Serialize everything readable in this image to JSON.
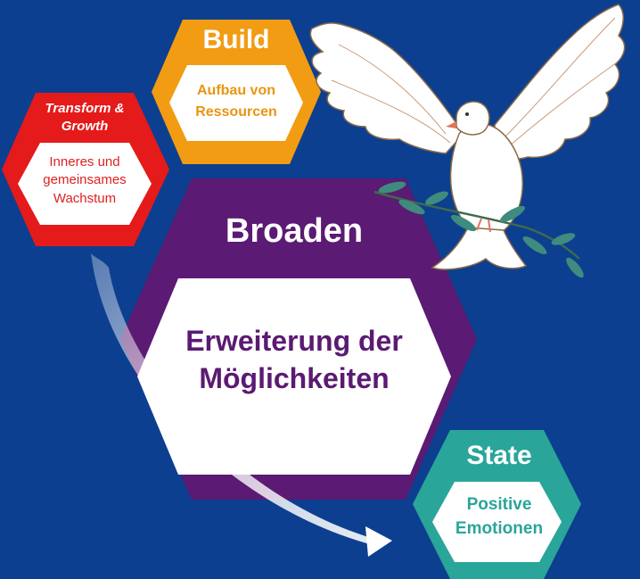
{
  "colors": {
    "background": "#0c3f8f",
    "broaden": "#5b1a73",
    "build": "#f29c13",
    "transform": "#e51a1a",
    "state": "#2aa59a",
    "white": "#ffffff"
  },
  "nodes": {
    "broaden": {
      "title": "Broaden",
      "description": "Erweiterung der Möglichkeiten"
    },
    "build": {
      "title": "Build",
      "description": "Aufbau von Ressourcen"
    },
    "transform": {
      "title": "Transform & Growth",
      "description": "Inneres und gemeinsames Wachstum"
    },
    "state": {
      "title": "State",
      "description": "Positive Emotionen"
    }
  },
  "illustration": {
    "icon": "dove-with-olive-branch-icon"
  }
}
